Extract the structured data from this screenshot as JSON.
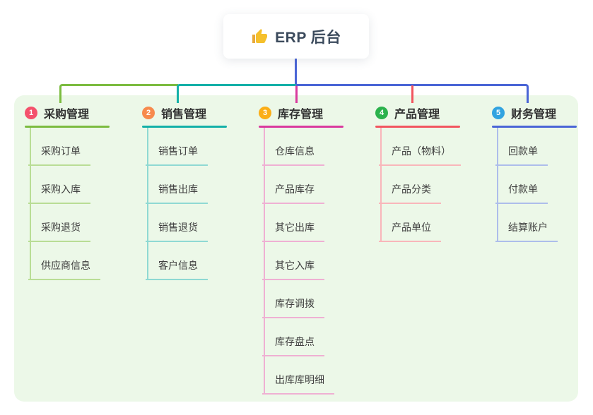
{
  "root": {
    "label": "ERP 后台",
    "icon": "thumbs-up-icon"
  },
  "branches": [
    {
      "index": "1",
      "label": "采购管理",
      "badge_color": "#f4516c",
      "line_color": "#7cbc40",
      "child_line_color": "#b9dd95",
      "children": [
        "采购订单",
        "采购入库",
        "采购退货",
        "供应商信息"
      ]
    },
    {
      "index": "2",
      "label": "销售管理",
      "badge_color": "#f78a4d",
      "line_color": "#14b0a8",
      "child_line_color": "#8fd9d3",
      "children": [
        "销售订单",
        "销售出库",
        "销售退货",
        "客户信息"
      ]
    },
    {
      "index": "3",
      "label": "库存管理",
      "badge_color": "#fbae17",
      "line_color": "#d93a9e",
      "child_line_color": "#efb0d3",
      "children": [
        "仓库信息",
        "产品库存",
        "其它出库",
        "其它入库",
        "库存调拨",
        "库存盘点",
        "出库库明细"
      ]
    },
    {
      "index": "4",
      "label": "产品管理",
      "badge_color": "#2bb24c",
      "line_color": "#f2555f",
      "child_line_color": "#f9b6ba",
      "children": [
        "产品（物料）",
        "产品分类",
        "产品单位"
      ]
    },
    {
      "index": "5",
      "label": "财务管理",
      "badge_color": "#31a3e0",
      "line_color": "#4a65d6",
      "child_line_color": "#adbdeb",
      "children": [
        "回款单",
        "付款单",
        "结算账户"
      ]
    }
  ],
  "colors": {
    "background": "#ffffff",
    "panel": "#ecf8e8",
    "root_line": "#4a65d6",
    "card_text": "#3b4a5c",
    "thumb_icon": "#f5c02c"
  }
}
